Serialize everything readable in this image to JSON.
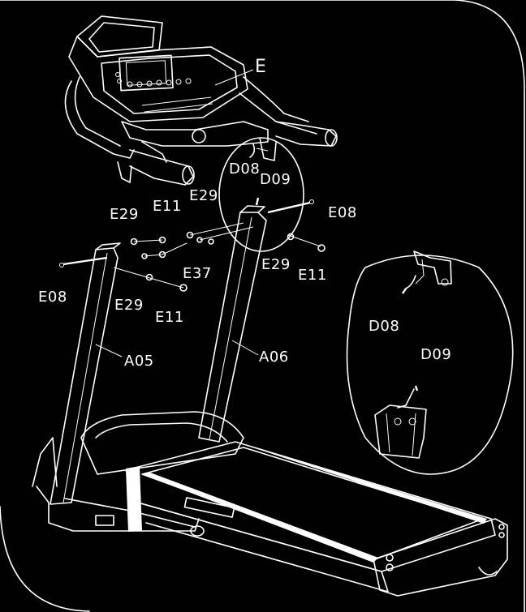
{
  "labels": {
    "E": "E",
    "D08_main": "D08",
    "D09_main": "D09",
    "E29_a": "E29",
    "E11_a": "E11",
    "E29_b": "E29",
    "E08_right": "E08",
    "E08_left": "E08",
    "E37": "E37",
    "E29_c": "E29",
    "E11_b": "E11",
    "E29_d": "E29",
    "E11_c": "E11",
    "A05": "A05",
    "A06": "A06",
    "D08_detail": "D08",
    "D09_detail": "D09"
  },
  "colors": {
    "background": "#000000",
    "line": "#ffffff"
  }
}
